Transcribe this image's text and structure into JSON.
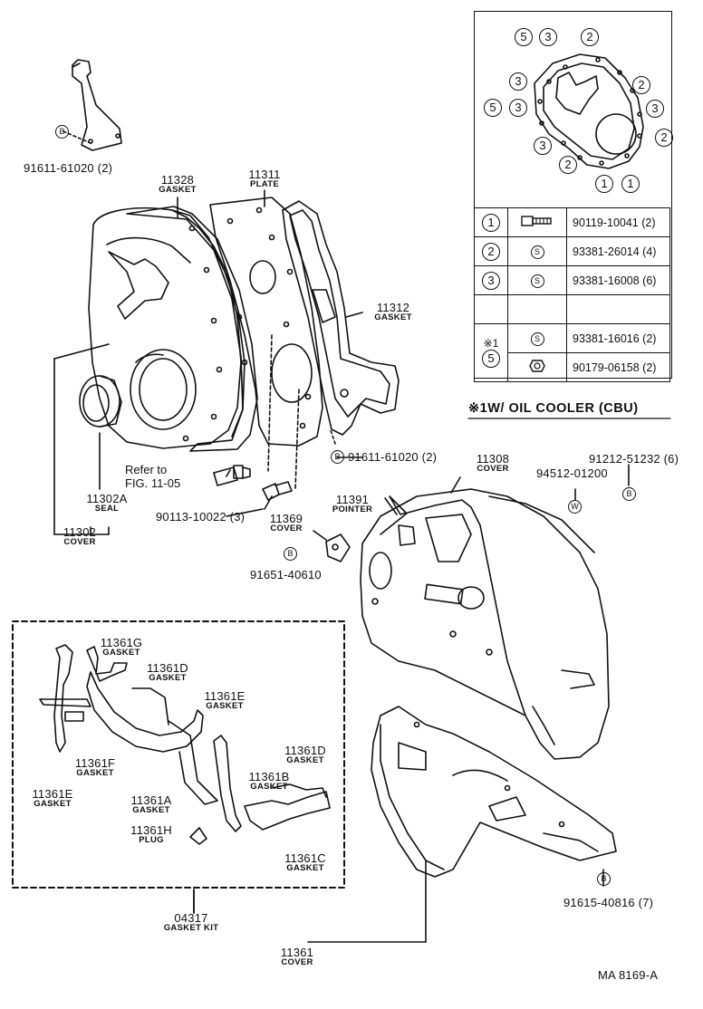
{
  "figure_code": "MA 8169-A",
  "parts": {
    "p1": {
      "num": "91611-61020 (2)"
    },
    "p2": {
      "num": "11328",
      "name": "GASKET"
    },
    "p3": {
      "num": "11311",
      "name": "PLATE"
    },
    "p4": {
      "num": "11312",
      "name": "GASKET"
    },
    "p5": {
      "num": "91611-61020 (2)"
    },
    "p6": {
      "num": "11302A",
      "name": "SEAL"
    },
    "p7": {
      "num": "11302",
      "name": "COVER"
    },
    "p8": {
      "num": "90113-10022 (3)"
    },
    "p9": {
      "num": "11369",
      "name": "COVER"
    },
    "p10": {
      "num": "91651-40610"
    },
    "p11": {
      "num": "11391",
      "name": "POINTER"
    },
    "p12": {
      "num": "11308",
      "name": "COVER"
    },
    "p13": {
      "num": "94512-01200"
    },
    "p14": {
      "num": "91212-51232 (6)"
    },
    "p15": {
      "num": "11361G",
      "name": "GASKET"
    },
    "p16": {
      "num": "11361D",
      "name": "GASKET"
    },
    "p17": {
      "num": "11361E",
      "name": "GASKET"
    },
    "p18": {
      "num": "11361F",
      "name": "GASKET"
    },
    "p19": {
      "num": "11361E",
      "name": "GASKET"
    },
    "p20": {
      "num": "11361A",
      "name": "GASKET"
    },
    "p21": {
      "num": "11361D",
      "name": "GASKET"
    },
    "p22": {
      "num": "11361B",
      "name": "GASKET"
    },
    "p23": {
      "num": "11361H",
      "name": "PLUG"
    },
    "p24": {
      "num": "11361C",
      "name": "GASKET"
    },
    "p25": {
      "num": "04317",
      "name": "GASKET KIT"
    },
    "p26": {
      "num": "11361",
      "name": "COVER"
    },
    "p27": {
      "num": "91615-40816 (7)"
    }
  },
  "refer": {
    "line1": "Refer to",
    "line2": "FIG. 11-05"
  },
  "note": "※1W/ OIL COOLER (CBU)",
  "markers": {
    "B": "B",
    "W": "W",
    "S": "S"
  },
  "inset": {
    "top_row": [
      "5",
      "3",
      "2"
    ],
    "left_col": [
      "3",
      "3",
      "3"
    ],
    "left_pair": [
      "5",
      "3"
    ],
    "right_col": [
      "2",
      "3",
      "2"
    ],
    "bottom": [
      "2",
      "1",
      "1"
    ]
  },
  "table": [
    {
      "key": "1",
      "icon": "bolt-icon",
      "part": "90119-10041 (2)"
    },
    {
      "key": "2",
      "icon": "S",
      "part": "93381-26014 (4)"
    },
    {
      "key": "3",
      "icon": "S",
      "part": "93381-16008 (6)"
    },
    {
      "key": "",
      "icon": "",
      "part": ""
    },
    {
      "key": "※1 / 5",
      "key_a": "※1",
      "key_b": "5",
      "icon": "S",
      "part": "93381-16016 (2)"
    },
    {
      "key": "",
      "icon": "nut-icon",
      "part": "90179-06158 (2)"
    }
  ]
}
